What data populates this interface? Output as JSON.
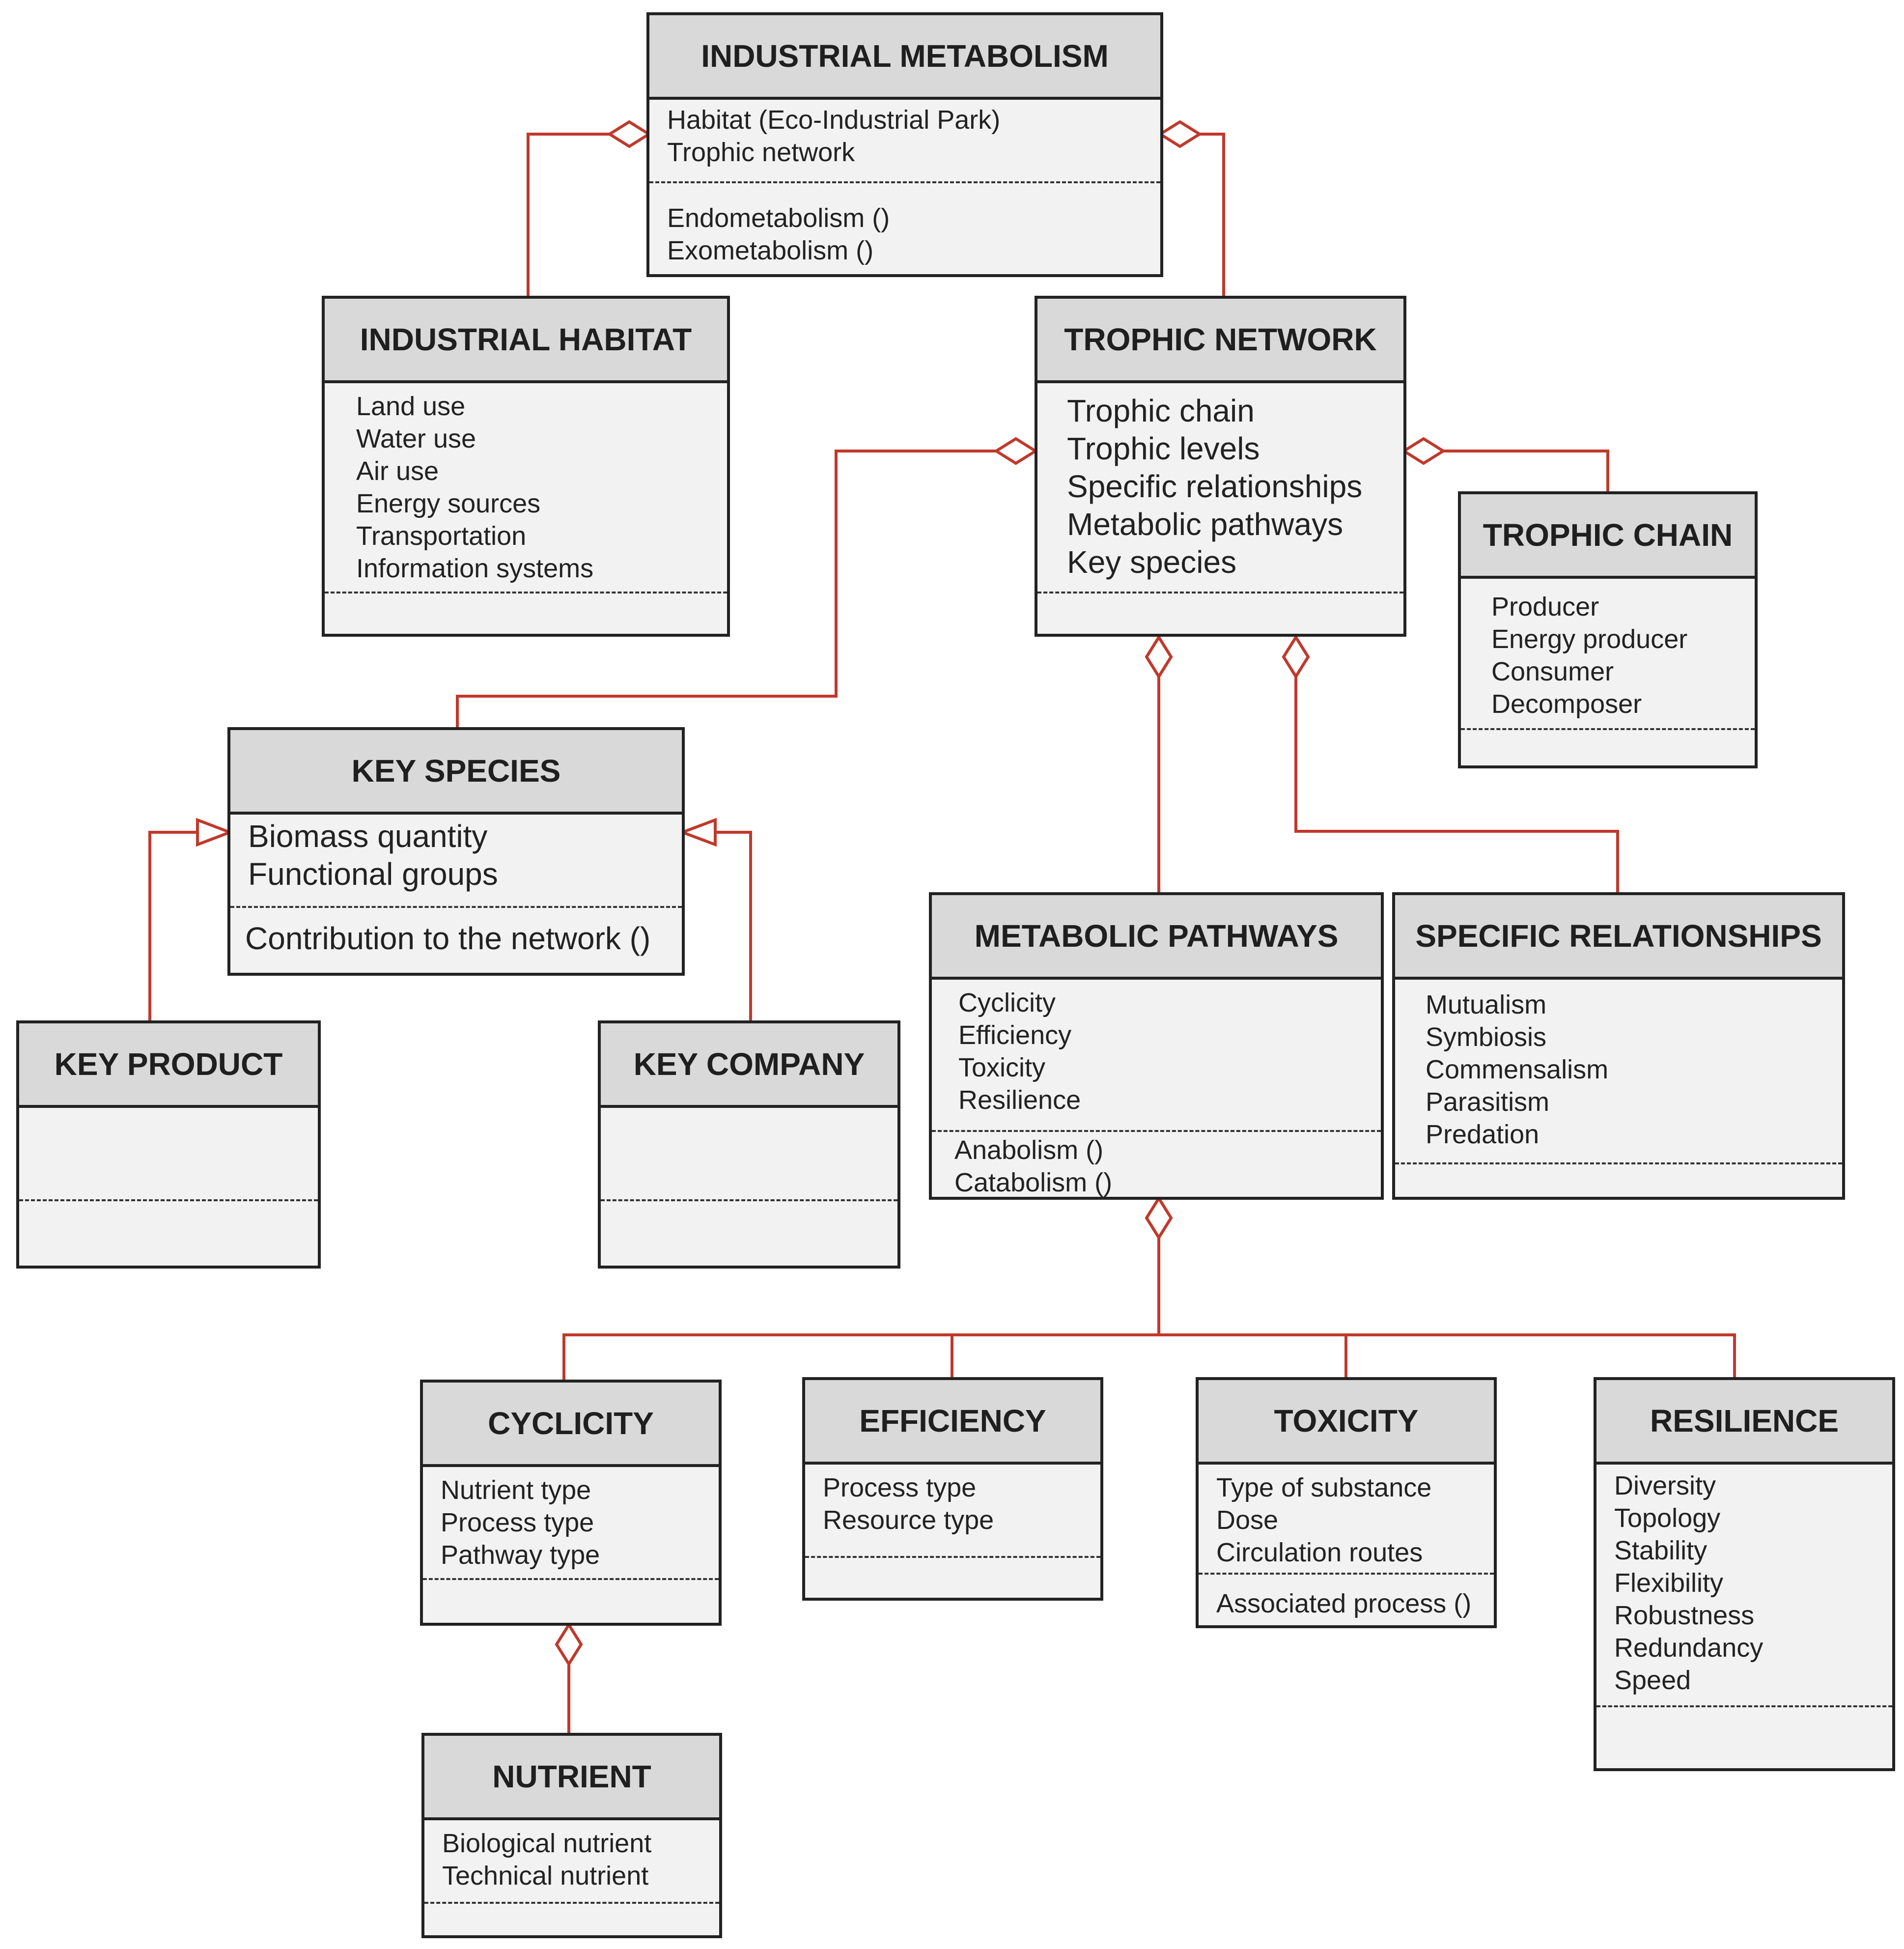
{
  "colors": {
    "connector": "#c0392b",
    "border": "#222222",
    "header": "#d9d9d9",
    "body": "#f2f2f2"
  },
  "boxes": {
    "industrial_metabolism": {
      "title": "INDUSTRIAL METABOLISM",
      "attributes": [
        "Habitat (Eco-Industrial Park)",
        "Trophic network"
      ],
      "operations": [
        "Endometabolism ()",
        "Exometabolism ()"
      ]
    },
    "industrial_habitat": {
      "title": "INDUSTRIAL HABITAT",
      "attributes": [
        "Land use",
        "Water use",
        "Air use",
        "Energy sources",
        "Transportation",
        "Information systems"
      ],
      "operations": []
    },
    "trophic_network": {
      "title": "TROPHIC NETWORK",
      "attributes": [
        "Trophic chain",
        "Trophic levels",
        "Specific relationships",
        "Metabolic pathways",
        "Key species"
      ],
      "operations": []
    },
    "trophic_chain": {
      "title": "TROPHIC CHAIN",
      "attributes": [
        "Producer",
        "Energy producer",
        "Consumer",
        "Decomposer"
      ],
      "operations": []
    },
    "key_species": {
      "title": "KEY SPECIES",
      "attributes": [
        "Biomass quantity",
        "Functional groups"
      ],
      "operations": [
        "Contribution to the network ()"
      ]
    },
    "key_product": {
      "title": "KEY PRODUCT",
      "attributes": [],
      "operations": []
    },
    "key_company": {
      "title": "KEY COMPANY",
      "attributes": [],
      "operations": []
    },
    "metabolic_pathways": {
      "title": "METABOLIC PATHWAYS",
      "attributes": [
        "Cyclicity",
        "Efficiency",
        "Toxicity",
        "Resilience"
      ],
      "operations": [
        "Anabolism ()",
        "Catabolism ()"
      ]
    },
    "specific_relationships": {
      "title": "SPECIFIC RELATIONSHIPS",
      "attributes": [
        "Mutualism",
        "Symbiosis",
        "Commensalism",
        "Parasitism",
        "Predation"
      ],
      "operations": []
    },
    "cyclicity": {
      "title": "CYCLICITY",
      "attributes": [
        "Nutrient type",
        "Process type",
        "Pathway type"
      ],
      "operations": []
    },
    "efficiency": {
      "title": "EFFICIENCY",
      "attributes": [
        "Process type",
        "Resource type"
      ],
      "operations": []
    },
    "toxicity": {
      "title": "TOXICITY",
      "attributes": [
        "Type of substance",
        "Dose",
        "Circulation routes"
      ],
      "operations": [
        "Associated process ()"
      ]
    },
    "resilience": {
      "title": "RESILIENCE",
      "attributes": [
        "Diversity",
        "Topology",
        "Stability",
        "Flexibility",
        "Robustness",
        "Redundancy",
        "Speed"
      ],
      "operations": []
    },
    "nutrient": {
      "title": "NUTRIENT",
      "attributes": [
        "Biological nutrient",
        "Technical nutrient"
      ],
      "operations": []
    }
  }
}
